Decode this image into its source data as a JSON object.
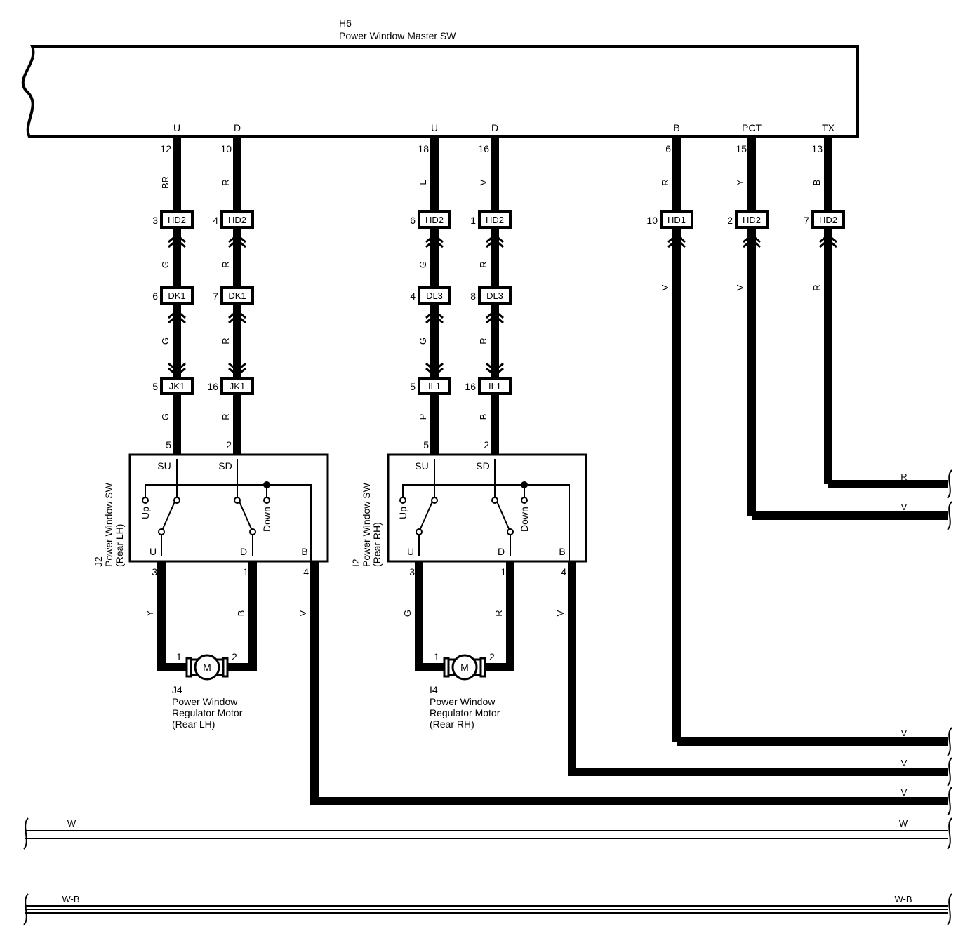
{
  "master": {
    "id": "H6",
    "name": "Power Window Master SW"
  },
  "master_terms": [
    {
      "key": "u1",
      "label": "U",
      "pin": "12"
    },
    {
      "key": "d1",
      "label": "D",
      "pin": "10"
    },
    {
      "key": "u2",
      "label": "U",
      "pin": "18"
    },
    {
      "key": "d2",
      "label": "D",
      "pin": "16"
    },
    {
      "key": "b",
      "label": "B",
      "pin": "6"
    },
    {
      "key": "pct",
      "label": "PCT",
      "pin": "15"
    },
    {
      "key": "tx",
      "label": "TX",
      "pin": "13"
    }
  ],
  "columns": [
    {
      "key": "c1",
      "wire_top": "BR",
      "hd": {
        "pin": "3",
        "name": "HD2"
      },
      "wire_mid1": "G",
      "dk": {
        "pin": "6",
        "name": "DK1"
      },
      "wire_mid2": "G",
      "jk": {
        "pin": "5",
        "name": "JK1"
      },
      "wire_bot": "G",
      "sw_pin": "5"
    },
    {
      "key": "c2",
      "wire_top": "R",
      "hd": {
        "pin": "4",
        "name": "HD2"
      },
      "wire_mid1": "R",
      "dk": {
        "pin": "7",
        "name": "DK1"
      },
      "wire_mid2": "R",
      "jk": {
        "pin": "16",
        "name": "JK1"
      },
      "wire_bot": "R",
      "sw_pin": "2"
    },
    {
      "key": "c3",
      "wire_top": "L",
      "hd": {
        "pin": "6",
        "name": "HD2"
      },
      "wire_mid1": "G",
      "dk": {
        "pin": "4",
        "name": "DL3"
      },
      "wire_mid2": "G",
      "jk": {
        "pin": "5",
        "name": "IL1"
      },
      "wire_bot": "P",
      "sw_pin": "5"
    },
    {
      "key": "c4",
      "wire_top": "V",
      "hd": {
        "pin": "1",
        "name": "HD2"
      },
      "wire_mid1": "R",
      "dk": {
        "pin": "8",
        "name": "DL3"
      },
      "wire_mid2": "R",
      "jk": {
        "pin": "16",
        "name": "IL1"
      },
      "wire_bot": "B",
      "sw_pin": "2"
    },
    {
      "key": "c5",
      "wire_top": "R",
      "hd": {
        "pin": "10",
        "name": "HD1"
      },
      "wire_below": "V"
    },
    {
      "key": "c6",
      "wire_top": "Y",
      "hd": {
        "pin": "2",
        "name": "HD2"
      },
      "wire_below": "V"
    },
    {
      "key": "c7",
      "wire_top": "B",
      "hd": {
        "pin": "7",
        "name": "HD2"
      },
      "wire_below": "R"
    }
  ],
  "switches": [
    {
      "key": "j2",
      "id": "J2",
      "name": "Power Window SW",
      "sub": "(Rear LH)",
      "su": "SU",
      "sd": "SD",
      "up": "Up",
      "down": "Down",
      "u": "U",
      "d": "D",
      "b": "B",
      "pin_u": "3",
      "pin_d": "1",
      "pin_b": "4",
      "wire_u": "Y",
      "wire_d": "B",
      "wire_b": "V"
    },
    {
      "key": "i2",
      "id": "I2",
      "name": "Power Window SW",
      "sub": "(Rear RH)",
      "su": "SU",
      "sd": "SD",
      "up": "Up",
      "down": "Down",
      "u": "U",
      "d": "D",
      "b": "B",
      "pin_u": "3",
      "pin_d": "1",
      "pin_b": "4",
      "wire_u": "G",
      "wire_d": "R",
      "wire_b": "V"
    }
  ],
  "motors": [
    {
      "key": "j4",
      "id": "J4",
      "line1": "Power Window",
      "line2": "Regulator Motor",
      "line3": "(Rear LH)",
      "symbol": "M",
      "pin1": "1",
      "pin2": "2"
    },
    {
      "key": "i4",
      "id": "I4",
      "line1": "Power Window",
      "line2": "Regulator Motor",
      "line3": "(Rear RH)",
      "symbol": "M",
      "pin1": "1",
      "pin2": "2"
    }
  ],
  "right_wires": {
    "tx": "R",
    "pct": "V",
    "b": "V",
    "i2b": "V",
    "j2b": "V"
  },
  "bus": {
    "w_left": "W",
    "w_right": "W",
    "wb_left": "W-B",
    "wb_right": "W-B"
  }
}
